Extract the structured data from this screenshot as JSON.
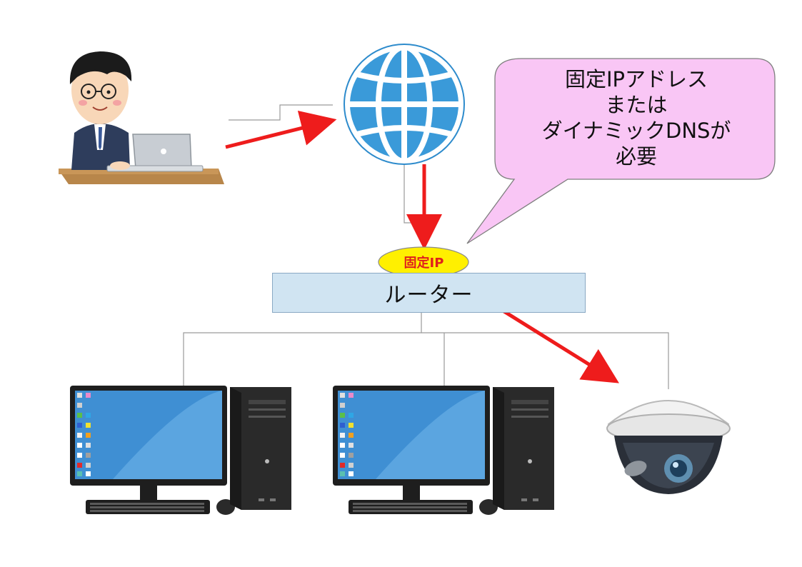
{
  "callout": {
    "lines": [
      "固定IPアドレス",
      "または",
      "ダイナミックDNSが",
      "必要"
    ]
  },
  "router": {
    "label": "ルーター"
  },
  "ip_badge": {
    "label": "固定IP"
  },
  "colors": {
    "arrow": "#ee1c1c",
    "callout_fill": "#f9c6f5",
    "badge_fill": "#fff000",
    "router_fill": "#d0e4f2",
    "globe": "#3a9ad9"
  },
  "icons": [
    "person-with-laptop-icon",
    "globe-icon",
    "desktop-pc-icon",
    "dome-camera-icon"
  ]
}
